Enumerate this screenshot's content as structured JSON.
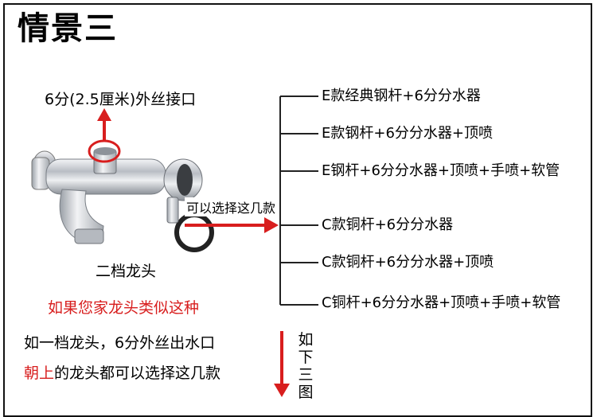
{
  "title": "情景三",
  "outlet_label": "6分(2.5厘米)外丝接口",
  "faucet_caption": "二档龙头",
  "similar_caption": "如果您家龙头类似这种",
  "arrow_label": "可以选择这几款",
  "options": [
    "E款经典钢杆+6分分水器",
    "E款钢杆+6分分水器+顶喷",
    "E钢杆+6分分水器+顶喷+手喷+软管",
    "C款铜杆+6分分水器",
    "C款铜杆+6分分水器+顶喷",
    "C铜杆+6分分水器+顶喷+手喷+软管"
  ],
  "note_line1": "如一档龙头，6分外丝出水口",
  "note_line2_highlight": "朝上",
  "note_line2_rest": "的龙头都可以选择这几款",
  "vertical_text": [
    "如",
    "下",
    "三",
    "图"
  ],
  "colors": {
    "accent_red": "#d81e1e",
    "border": "#111111",
    "chrome": "#c8ccd2"
  }
}
